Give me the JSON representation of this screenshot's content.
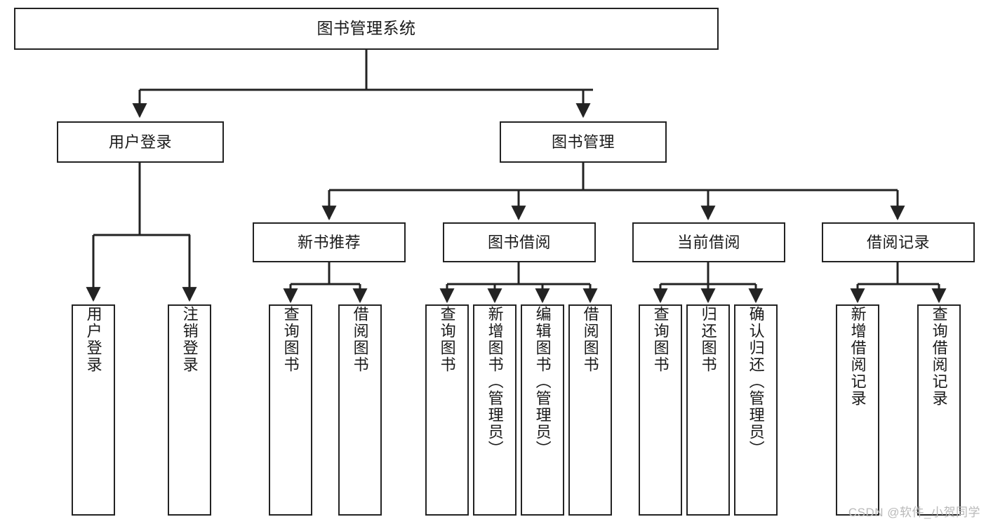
{
  "diagram": {
    "type": "tree",
    "title": "图书管理系统",
    "watermark": "CSDN @软件_小贺同学",
    "colors": {
      "box_border": "#232323",
      "box_fill": "#ffffff",
      "connector": "#232323",
      "text": "#1a1a1a",
      "watermark": "#b9b9b9",
      "background": "#ffffff"
    },
    "nodes": {
      "root": {
        "label": "图书管理系统",
        "orientation": "horizontal",
        "level": 0
      },
      "user_login": {
        "label": "用户登录",
        "orientation": "horizontal",
        "level": 1
      },
      "book_manage": {
        "label": "图书管理",
        "orientation": "horizontal",
        "level": 1
      },
      "new_book_rec": {
        "label": "新书推荐",
        "orientation": "horizontal",
        "level": 2
      },
      "book_borrow": {
        "label": "图书借阅",
        "orientation": "horizontal",
        "level": 2
      },
      "current_borrow": {
        "label": "当前借阅",
        "orientation": "horizontal",
        "level": 2
      },
      "borrow_record": {
        "label": "借阅记录",
        "orientation": "horizontal",
        "level": 2
      },
      "leaf_user_login": {
        "label": "用户登录",
        "orientation": "vertical",
        "level": 2
      },
      "leaf_logout": {
        "label": "注销登录",
        "orientation": "vertical",
        "level": 2
      },
      "leaf_query_book_a": {
        "label": "查询图书",
        "orientation": "vertical",
        "level": 3
      },
      "leaf_borrow_book_a": {
        "label": "借阅图书",
        "orientation": "vertical",
        "level": 3
      },
      "leaf_query_book_b": {
        "label": "查询图书",
        "orientation": "vertical",
        "level": 3
      },
      "leaf_add_book": {
        "label": "新增图书（管理员）",
        "orientation": "vertical",
        "level": 3
      },
      "leaf_edit_book": {
        "label": "编辑图书（管理员）",
        "orientation": "vertical",
        "level": 3
      },
      "leaf_borrow_book_b": {
        "label": "借阅图书",
        "orientation": "vertical",
        "level": 3
      },
      "leaf_query_book_c": {
        "label": "查询图书",
        "orientation": "vertical",
        "level": 3
      },
      "leaf_return_book": {
        "label": "归还图书",
        "orientation": "vertical",
        "level": 3
      },
      "leaf_confirm_return": {
        "label": "确认归还（管理员）",
        "orientation": "vertical",
        "level": 3
      },
      "leaf_add_record": {
        "label": "新增借阅记录",
        "orientation": "vertical",
        "level": 3
      },
      "leaf_query_record": {
        "label": "查询借阅记录",
        "orientation": "vertical",
        "level": 3
      }
    },
    "edges": [
      {
        "from": "root",
        "to": "user_login"
      },
      {
        "from": "root",
        "to": "book_manage"
      },
      {
        "from": "user_login",
        "to": "leaf_user_login"
      },
      {
        "from": "user_login",
        "to": "leaf_logout"
      },
      {
        "from": "book_manage",
        "to": "new_book_rec"
      },
      {
        "from": "book_manage",
        "to": "book_borrow"
      },
      {
        "from": "book_manage",
        "to": "current_borrow"
      },
      {
        "from": "book_manage",
        "to": "borrow_record"
      },
      {
        "from": "new_book_rec",
        "to": "leaf_query_book_a"
      },
      {
        "from": "new_book_rec",
        "to": "leaf_borrow_book_a"
      },
      {
        "from": "book_borrow",
        "to": "leaf_query_book_b"
      },
      {
        "from": "book_borrow",
        "to": "leaf_add_book"
      },
      {
        "from": "book_borrow",
        "to": "leaf_edit_book"
      },
      {
        "from": "book_borrow",
        "to": "leaf_borrow_book_b"
      },
      {
        "from": "current_borrow",
        "to": "leaf_query_book_c"
      },
      {
        "from": "current_borrow",
        "to": "leaf_return_book"
      },
      {
        "from": "current_borrow",
        "to": "leaf_confirm_return"
      },
      {
        "from": "borrow_record",
        "to": "leaf_add_record"
      },
      {
        "from": "borrow_record",
        "to": "leaf_query_record"
      }
    ]
  }
}
